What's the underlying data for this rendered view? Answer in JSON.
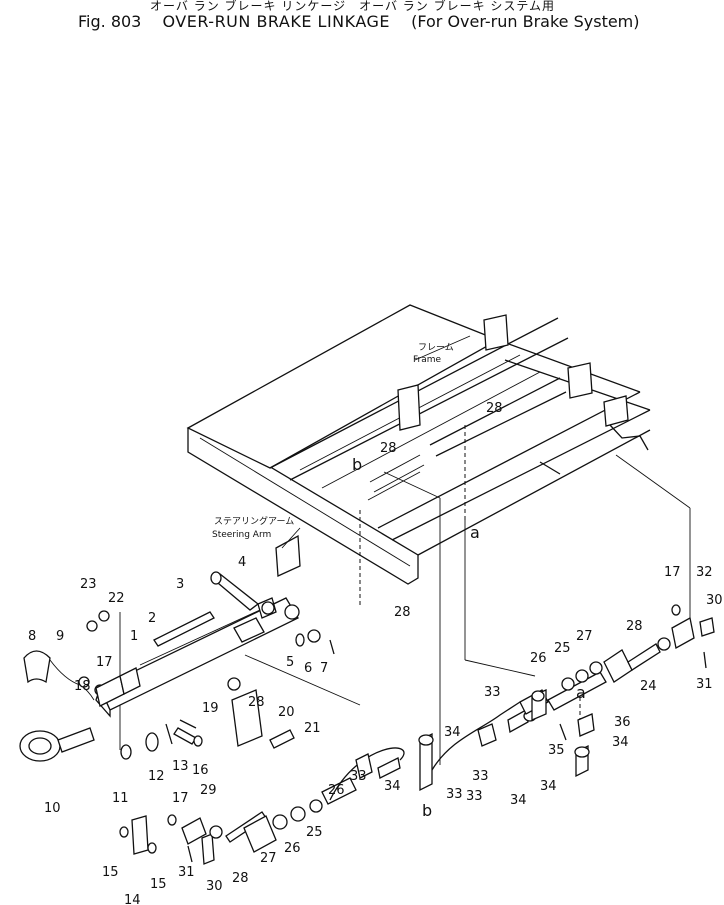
{
  "title": {
    "japanese": "オーバ ラン ブレーキ リンケージ　オーバ ラン ブレーキ システム用",
    "figure": "Fig. 803",
    "name": "OVER-RUN BRAKE LINKAGE",
    "subtitle": "(For Over-run Brake System)"
  },
  "annotations": {
    "frame_jp": "フレーム",
    "frame_en": "Frame",
    "steering_jp": "ステアリングアーム",
    "steering_en": "Steering Arm",
    "ref_a": "a",
    "ref_b": "b"
  },
  "callouts": [
    "1",
    "2",
    "3",
    "4",
    "5",
    "6",
    "7",
    "8",
    "9",
    "10",
    "11",
    "12",
    "13",
    "14",
    "15",
    "15",
    "16",
    "17",
    "17",
    "17",
    "18",
    "19",
    "20",
    "21",
    "22",
    "23",
    "24",
    "25",
    "25",
    "26",
    "26",
    "26",
    "27",
    "27",
    "28",
    "28",
    "28",
    "28",
    "28",
    "28",
    "29",
    "30",
    "30",
    "31",
    "31",
    "32",
    "33",
    "33",
    "33",
    "33",
    "33",
    "34",
    "34",
    "34",
    "34",
    "34",
    "35",
    "36"
  ]
}
